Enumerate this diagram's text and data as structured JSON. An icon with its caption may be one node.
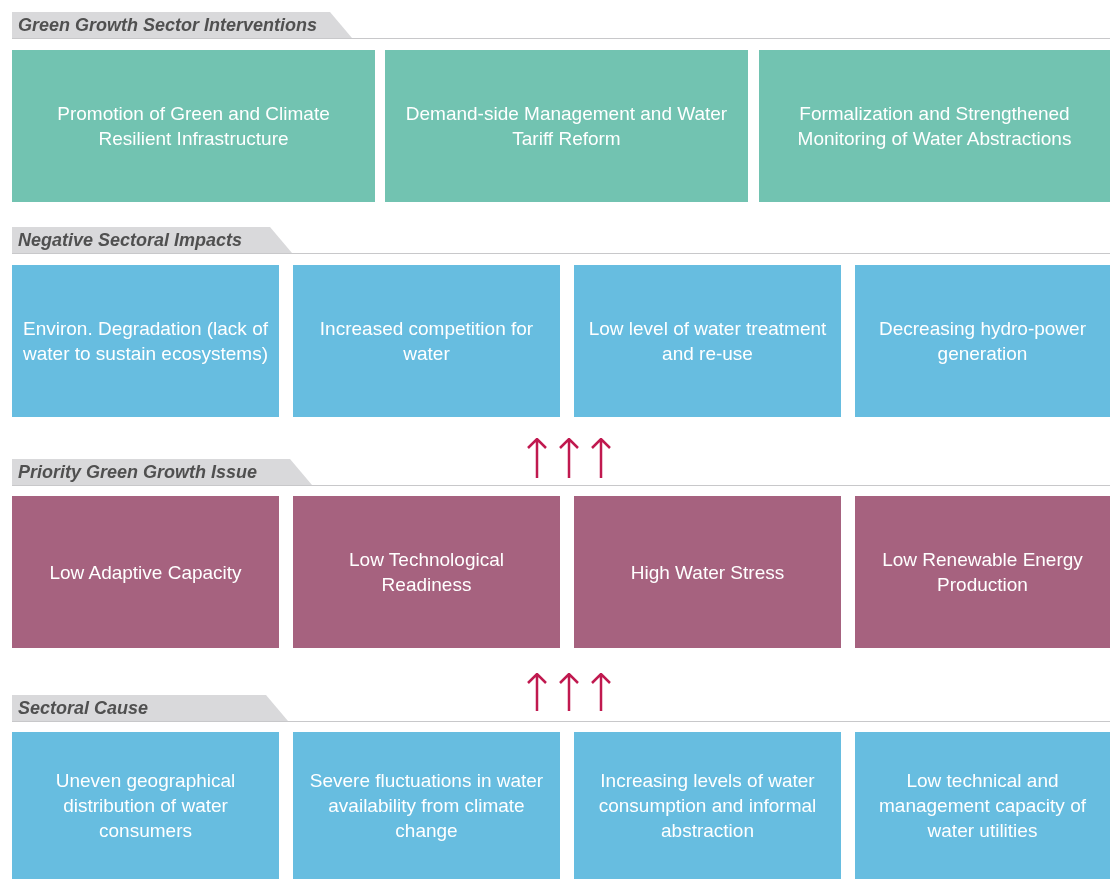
{
  "diagram": {
    "nodes": [
      {
        "text": [
          "Green Growth Sector Interventions"
        ]
      },
      {
        "text": [
          "Promotion of Green and Climate Resilient Infrastructure"
        ]
      },
      {
        "text": [
          "Demand-side Management and Water Tariff Reform"
        ]
      },
      {
        "text": [
          "Formalization and Strengthened Monitoring of Water Abstractions"
        ]
      },
      {
        "text": [
          "Negative Sectoral Impacts"
        ]
      },
      {
        "text": [
          "Environ. Degradation (lack of water to sustain ecosystems)"
        ]
      },
      {
        "text": [
          "Increased competition for water"
        ]
      },
      {
        "text": [
          "Low level of water treatment and re-use"
        ]
      },
      {
        "text": [
          "Decreasing hydro-power generation"
        ]
      },
      {
        "text": [
          "Priority Green Growth Issue"
        ]
      },
      {
        "text": [
          "Low Adaptive Capacity"
        ]
      },
      {
        "text": [
          "Low Technological Readiness"
        ]
      },
      {
        "text": [
          "High Water Stress"
        ]
      },
      {
        "text": [
          "Low Renewable Energy Production"
        ]
      },
      {
        "text": [
          "Sectoral Cause"
        ]
      },
      {
        "text": [
          "Uneven geographical distribution of water consumers"
        ]
      },
      {
        "text": [
          "Severe fluctuations in water availability from climate change"
        ]
      },
      {
        "text": [
          "Increasing levels of water consumption and informal abstraction"
        ]
      },
      {
        "text": [
          "Low technical and management capacity of water utilities"
        ]
      }
    ]
  }
}
